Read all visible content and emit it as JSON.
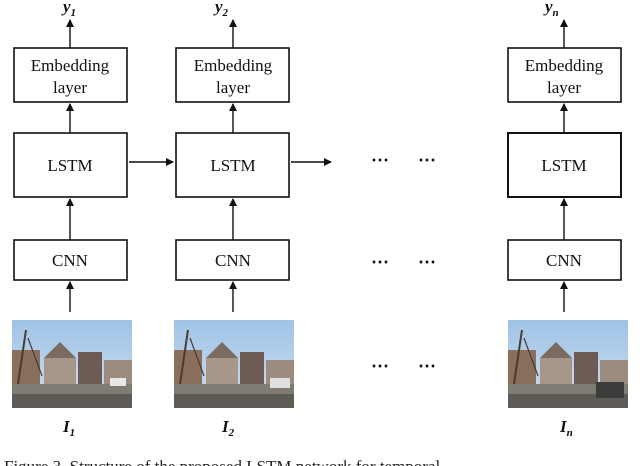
{
  "outputs": [
    {
      "base": "y",
      "sub": "1"
    },
    {
      "base": "y",
      "sub": "2"
    },
    {
      "base": "y",
      "sub": "n"
    }
  ],
  "inputs": [
    {
      "base": "I",
      "sub": "1"
    },
    {
      "base": "I",
      "sub": "2"
    },
    {
      "base": "I",
      "sub": "n"
    }
  ],
  "embedding": {
    "line1": "Embedding",
    "line2": "layer"
  },
  "lstm_label": "LSTM",
  "cnn_label": "CNN",
  "ellipsis": "⋯",
  "caption": "Figure 3. Structure of the proposed LSTM network for temporal"
}
